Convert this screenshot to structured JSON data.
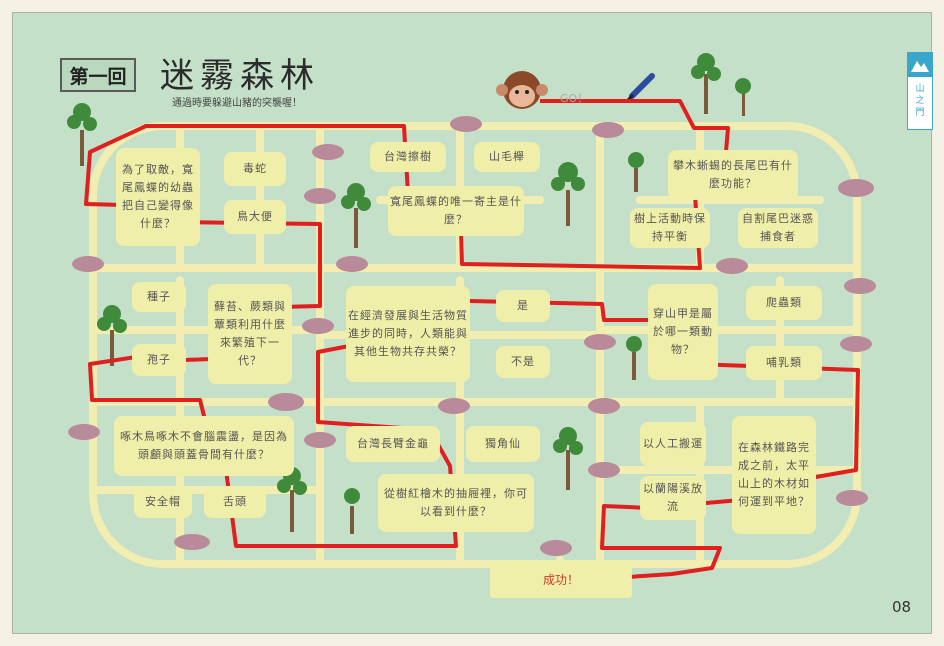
{
  "header": {
    "chapter_label": "第一回",
    "title": "迷霧森林",
    "subtitle": "通過時要躲避山豬的突襲喔！"
  },
  "side_tab": {
    "icon": "mountain-icon",
    "label": "山之門"
  },
  "start_label": "GO！",
  "page_number": "08",
  "nodes": {
    "q1": "為了取敵，寬尾鳳蝶的幼蟲把自己變得像什麼？",
    "a1": "毒蛇",
    "a2": "鳥大便",
    "q2": "台灣擦樹",
    "a3": "山毛櫸",
    "q3": "寬尾鳳蝶的唯一寄主是什麼？",
    "q4": "攀木蜥蜴的長尾巴有什麼功能？",
    "a4": "樹上活動時保持平衡",
    "a5": "自割尾巴迷惑捕食者",
    "a6": "種子",
    "q5": "蘚苔、蕨類與蕈類利用什麼來繁殖下一代？",
    "a7": "孢子",
    "q6": "在經濟發展與生活物質進步的同時，人類能與其他生物共存共榮？",
    "a8": "是",
    "a9": "不是",
    "q7": "穿山甲是屬於哪一類動物？",
    "a10": "爬蟲類",
    "a11": "哺乳類",
    "q8": "啄木鳥啄木不會腦震盪，是因為頭顱與頭蓋骨間有什麼？",
    "a12": "安全帽",
    "a13": "舌頭",
    "a14": "台灣長臂金龜",
    "a15": "獨角仙",
    "q9": "從樹紅檜木的抽屜裡，你可以看到什麼？",
    "a16": "以人工搬運",
    "a17": "以蘭陽溪放流",
    "q10": "在森林鐵路完成之前，太平山上的木材如何運到平地？"
  },
  "success_label": "成功！",
  "colors": {
    "background": "#c4e0c8",
    "path": "#f2edb0",
    "route": "#e0201e",
    "box": "#f0efa9"
  }
}
